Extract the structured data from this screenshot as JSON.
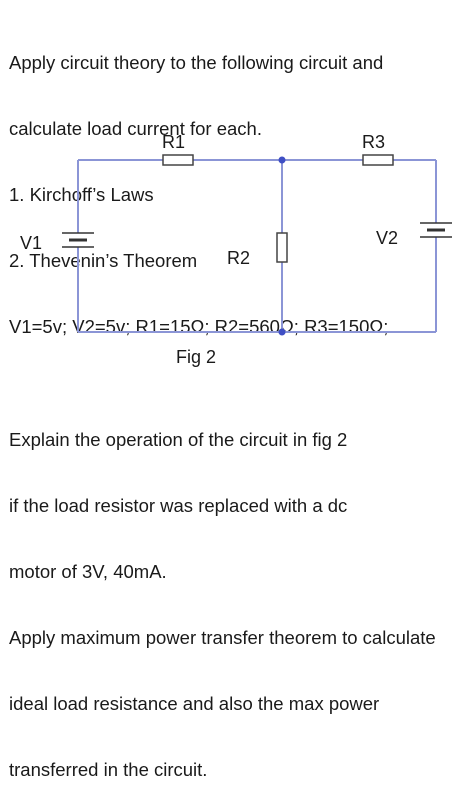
{
  "question": {
    "lines": [
      "Apply circuit theory to the following circuit and",
      "calculate load current for each.",
      "1. Kirchoff’s Laws",
      "2. Thevenin’s Theorem",
      "V1=5v; V2=5v; R1=15Ω; R2=560Ω; R3=150Ω;"
    ]
  },
  "diagram": {
    "wire_color": "#8b95d6",
    "labels": {
      "r1": "R1",
      "r2": "R2",
      "r3": "R3",
      "v1": "V1",
      "v2": "V2"
    },
    "caption": "Fig 2"
  },
  "explanation": {
    "lines": [
      "Explain the operation of the circuit in fig 2",
      "if the load resistor was replaced with a dc",
      "motor of 3V, 40mA.",
      "Apply maximum power transfer theorem to calculate",
      "ideal load resistance and also the max power",
      "transferred in the circuit."
    ]
  }
}
